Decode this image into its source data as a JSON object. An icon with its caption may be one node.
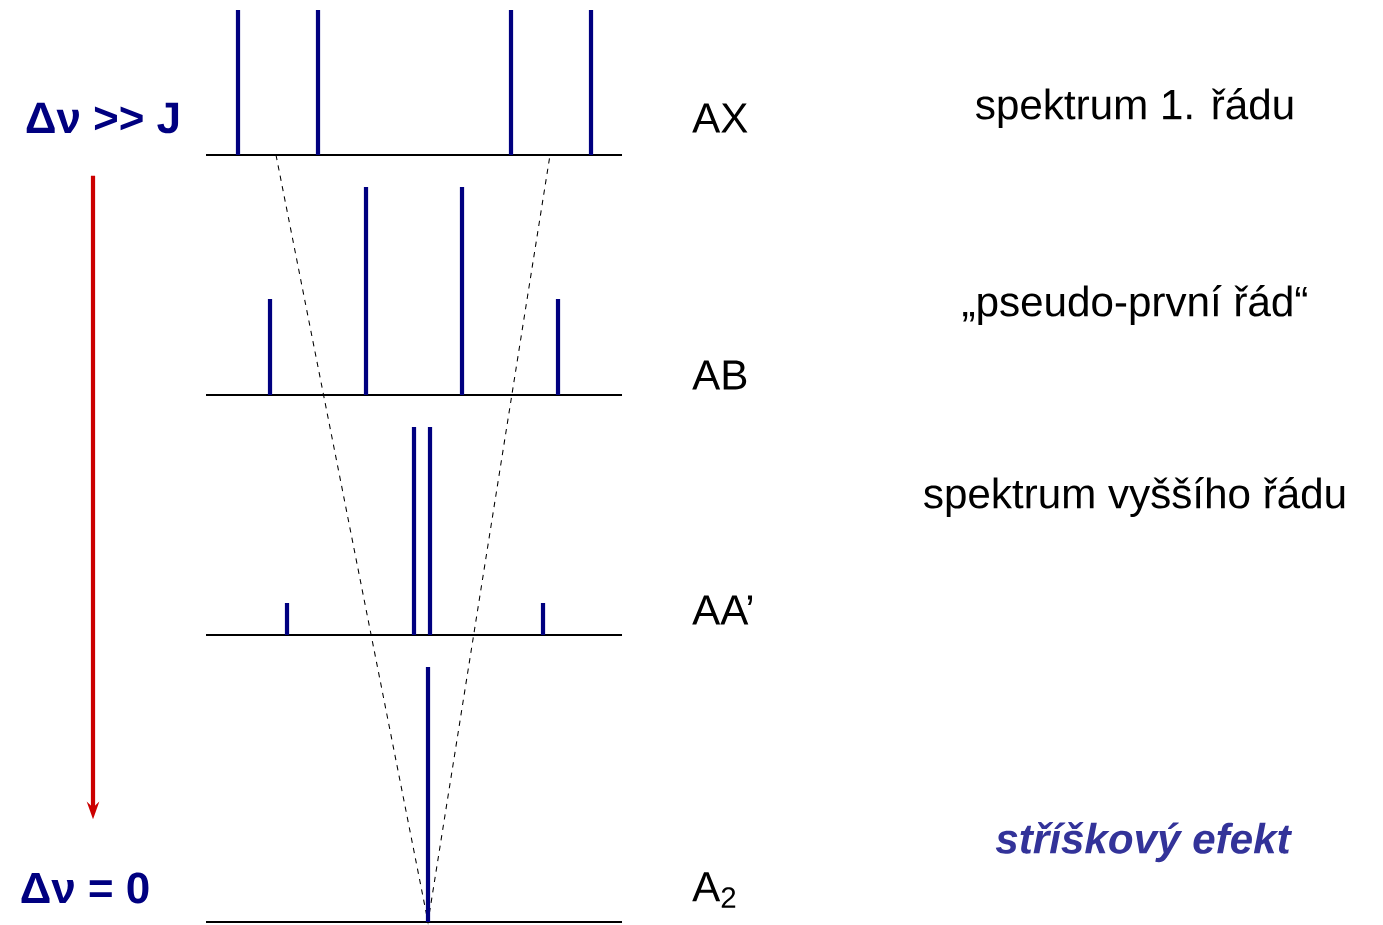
{
  "diagram": {
    "nodes": [
      {
        "text": [
          "Δν >> J"
        ]
      },
      {
        "text": [
          "Δν = 0"
        ]
      }
    ],
    "edges": [
      {
        "from": 0,
        "to": 1,
        "arrow": "to",
        "color": "#cc0000"
      }
    ],
    "labels": [
      "AX",
      "spektrum 1. řádu",
      "„pseudo-první řád“",
      "AB",
      "spektrum vyššího řádu",
      "AA’",
      "stříškový efekt",
      "A$_{2}$"
    ]
  }
}
